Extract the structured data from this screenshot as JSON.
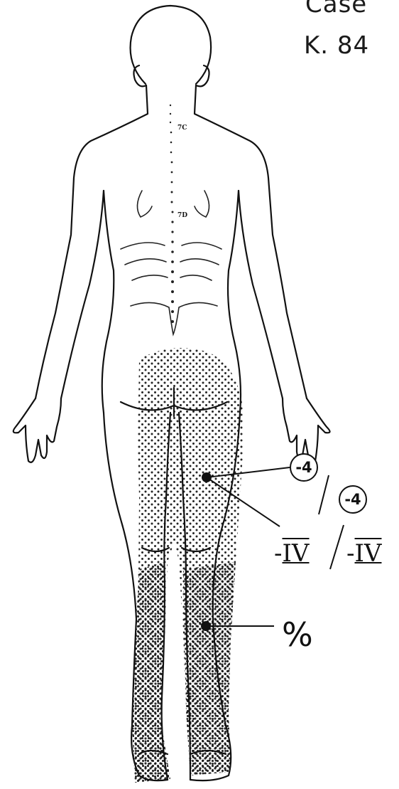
{
  "header": {
    "case_label": "Case",
    "patient_label": "K. 84"
  },
  "spine_markers": {
    "cervical": "7C",
    "dorsal": "7D"
  },
  "annotations": {
    "strength_left": "-4",
    "strength_right": "-4",
    "grade_left_prefix": "-",
    "grade_left": "IV",
    "grade_right_prefix": "-",
    "grade_right": "IV",
    "sensory_loss": "%"
  },
  "colors": {
    "ink": "#111111",
    "background": "#ffffff",
    "stipple": "#1a1a1a"
  }
}
